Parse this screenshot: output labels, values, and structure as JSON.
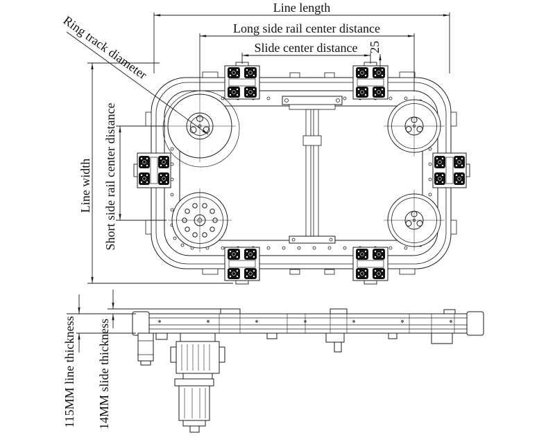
{
  "drawing": {
    "kind": "technical-dimension-drawing",
    "colors": {
      "ink": "#1a1a1a",
      "block_fill": "#111111",
      "background": "#ffffff"
    }
  },
  "annotations": {
    "line_length": "Line length",
    "long_side_rail_center_distance": "Long side rail center distance",
    "slide_center_distance": "Slide center distance",
    "offset_25": "25",
    "ring_track_diameter": "Ring track diameter",
    "line_width": "Line width",
    "short_side_rail_center_distance": "Short side rail center distance",
    "line_thickness_115": "115MM line thickness",
    "slide_thickness_14": "14MM slide thickness"
  }
}
